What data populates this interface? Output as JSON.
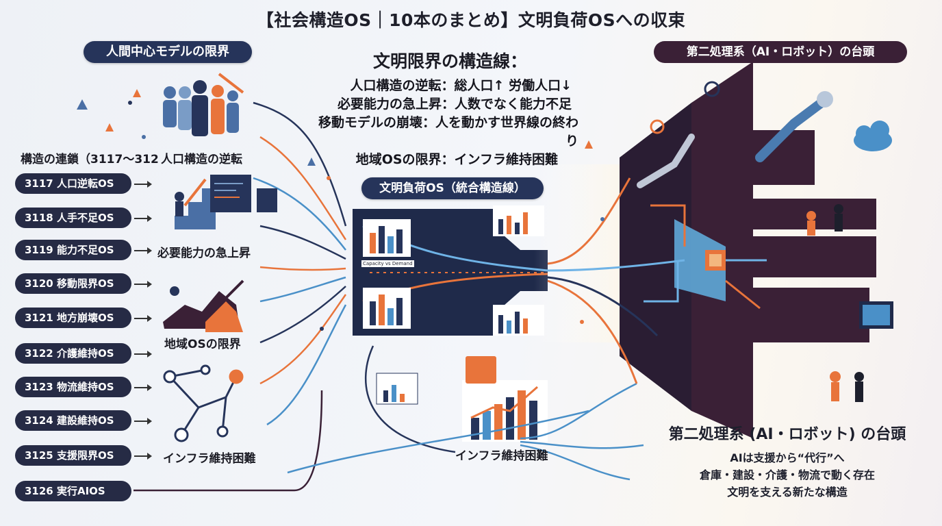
{
  "title": "【社会構造OS｜10本のまとめ】文明負荷OSへの収束",
  "left_header": "人間中心モデルの限界",
  "chain_header": "構造の連鎖（3117〜312",
  "chain_items": [
    "3117 人口逆転OS",
    "3118 人手不足OS",
    "3119 能力不足OS",
    "3120 移動限界OS",
    "3121 地方崩壊OS",
    "3122 介護維持OS",
    "3123 物流維持OS",
    "3124 建設維持OS",
    "3125 支援限界OS",
    "3126 実行AIOS"
  ],
  "icon_labels": {
    "population": "人口構造の逆転",
    "ability": "必要能力の急上昇",
    "region": "地域OSの限界",
    "infra_left": "インフラ維持困難",
    "infra_center": "インフラ維持困難"
  },
  "center": {
    "heading": "文明限界の構造線：",
    "lines": [
      "人口構造の逆転：総人口↑ 労働人口↓",
      "必要能力の急上昇：人数でなく能力不足",
      "移動モデルの崩壊：人を動かす世界線の終わり",
      "地域OSの限界：インフラ維持困難"
    ],
    "pill": "文明負荷OS（統合構造線）",
    "chart_caption": "Capacity vs Demand"
  },
  "right_header": "第二処理系（AI・ロボット）の台頭",
  "right_text": {
    "heading": "第二処理系 (AI・ロボット) の台頭",
    "lines": [
      "AIは支援から“代行”へ",
      "倉庫・建設・介護・物流で動く存在",
      "文明を支える新たな構造"
    ]
  },
  "colors": {
    "navy": "#26345a",
    "plum": "#3a2036",
    "orange": "#e8743b",
    "blue": "#4a90c8"
  }
}
